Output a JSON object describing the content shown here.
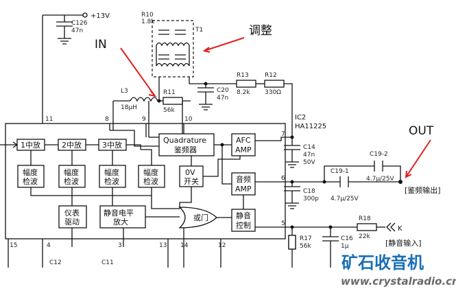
{
  "supply": "+13V",
  "components": {
    "c126": {
      "ref": "C126",
      "value": "47n"
    },
    "r10": {
      "ref": "R10",
      "value": "1.8k"
    },
    "t1": {
      "ref": "T1"
    },
    "l3": {
      "ref": "L3",
      "value": "18μH"
    },
    "r11": {
      "ref": "R11",
      "value": "56k"
    },
    "c20": {
      "ref": "C20",
      "value": "47n"
    },
    "r13": {
      "ref": "R13",
      "value": "8.2k"
    },
    "r12": {
      "ref": "R12",
      "value": "330Ω"
    },
    "ic2": {
      "ref": "IC2",
      "value": "HA11225"
    },
    "c14": {
      "ref": "C14",
      "value": "47n",
      "value2": "50V"
    },
    "c19_2": {
      "ref": "C19-2",
      "value": "4.7μ/25V"
    },
    "c19_1": {
      "ref": "C19-1",
      "value": "4.7μ/25V"
    },
    "c18": {
      "ref": "C18",
      "value": "300p"
    },
    "r18": {
      "ref": "R18",
      "value": "22k"
    },
    "r17": {
      "ref": "R17",
      "value": "56k"
    },
    "c16": {
      "ref": "C16",
      "value": "1μ"
    },
    "c12": {
      "ref": "C12"
    },
    "c11": {
      "ref": "C11"
    }
  },
  "annotations": {
    "in": "IN",
    "out": "OUT",
    "adjust": "调整"
  },
  "blocks": {
    "if1": "1中放",
    "if2": "2中放",
    "if3": "3中放",
    "amp_det_1": [
      "幅度",
      "检波"
    ],
    "amp_det_2": [
      "幅度",
      "检波"
    ],
    "amp_det_3": [
      "幅度",
      "检波"
    ],
    "amp_det_4": [
      "幅度",
      "检波"
    ],
    "quadrature": [
      "Quadrature",
      "鉴频器"
    ],
    "afc": [
      "AFC",
      "AMP"
    ],
    "ov_switch": [
      "0V",
      "开关"
    ],
    "audio_amp": [
      "音频",
      "AMP"
    ],
    "meter_drive": [
      "仪表",
      "驱动"
    ],
    "mute_level": [
      "静音电平",
      "放大"
    ],
    "or_gate": "或门",
    "mute_ctrl": [
      "静音",
      "控制"
    ]
  },
  "pins": {
    "p11": "11",
    "p8": "8",
    "p9": "9",
    "p10": "10",
    "p7": "7",
    "p6": "6",
    "p5": "5",
    "p15": "15",
    "p4": "4",
    "p3": "3",
    "p13": "13",
    "p14": "14",
    "p12": "12"
  },
  "terminals": {
    "k": "K",
    "det_out": "[鉴频输出]",
    "mute_in": "[静音输入]"
  },
  "watermark": {
    "name": "矿石收音机",
    "url": "www.crystalradio.cn"
  }
}
